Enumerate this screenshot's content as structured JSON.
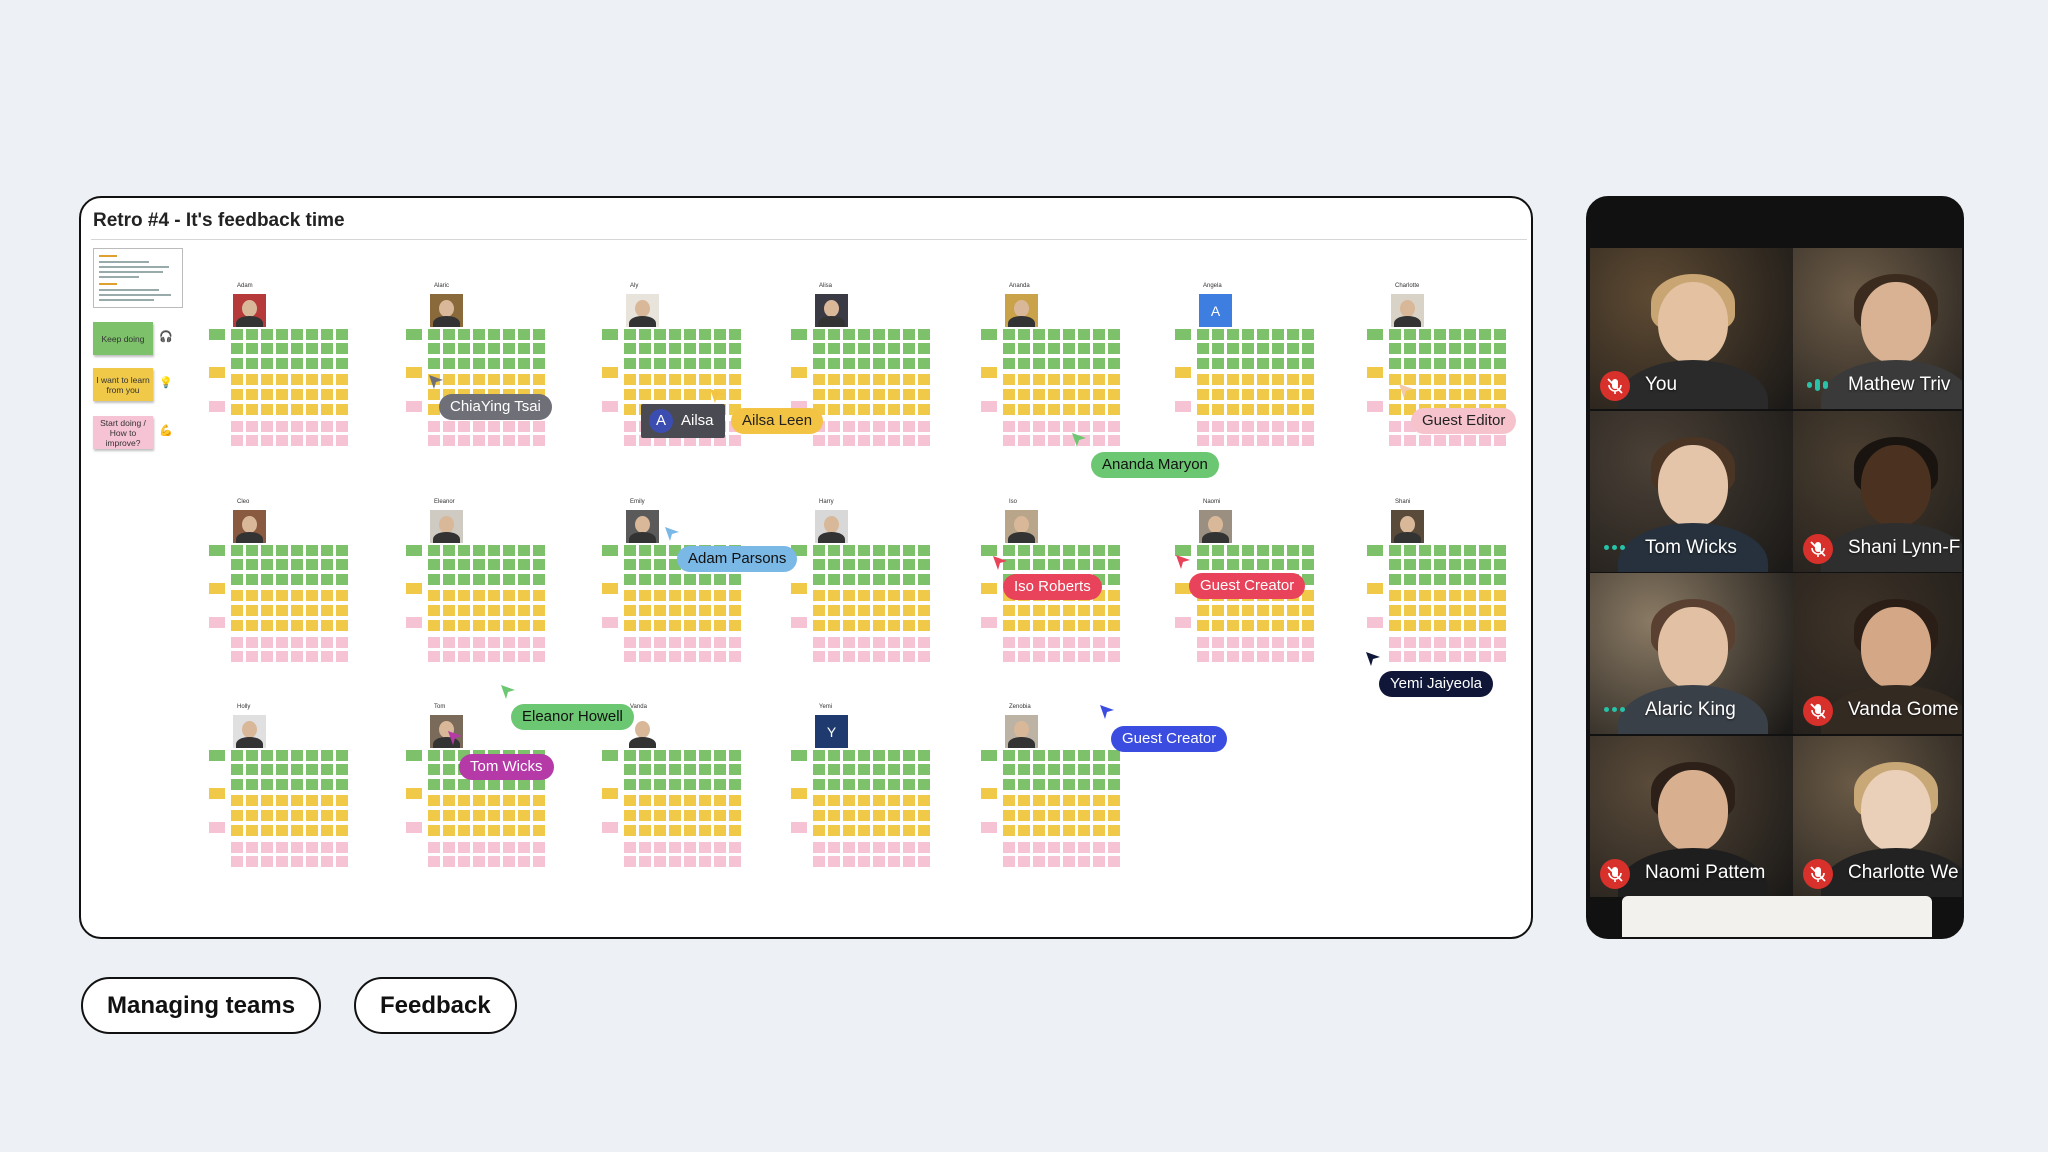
{
  "board": {
    "title": "Retro #4 - It's feedback time",
    "legend": [
      {
        "label": "Keep doing",
        "color": "#7dc26a",
        "emoji": "🎧"
      },
      {
        "label": "I want to learn from you",
        "color": "#f0c948",
        "emoji": "💡"
      },
      {
        "label": "Start doing / How to improve?",
        "color": "#f6c3d4",
        "emoji": "💪"
      }
    ],
    "columns": [
      {
        "name": "Adam",
        "avatar": "#b73a3a"
      },
      {
        "name": "Alaric",
        "avatar": "#8a6a3a"
      },
      {
        "name": "Aly",
        "avatar": "#e8e4dc"
      },
      {
        "name": "Alisa",
        "avatar": "#3a3a44"
      },
      {
        "name": "Ananda",
        "avatar": "#c9a24a"
      },
      {
        "name": "Angela",
        "letter": "A",
        "avatar": "#3d7ee0"
      },
      {
        "name": "Charlotte",
        "avatar": "#d9d2c6"
      },
      {
        "name": "Cleo",
        "avatar": "#8a5a40"
      },
      {
        "name": "Eleanor",
        "avatar": "#cfcac2"
      },
      {
        "name": "Emily",
        "avatar": "#5a5a5a"
      },
      {
        "name": "Harry",
        "avatar": "#d8d8d8"
      },
      {
        "name": "Iso",
        "avatar": "#b8a58a"
      },
      {
        "name": "Naomi",
        "avatar": "#9a8f80"
      },
      {
        "name": "Shani",
        "avatar": "#5a4a3a"
      },
      {
        "name": "Holly",
        "avatar": "#e0e0e0"
      },
      {
        "name": "Tom",
        "avatar": "#7a6a5a"
      },
      {
        "name": "Vanda",
        "avatar": "#ffffff"
      },
      {
        "name": "Yemi",
        "letter": "Y",
        "avatar": "#1e3a6e"
      },
      {
        "name": "Zenobia",
        "avatar": "#bdb3a5"
      }
    ],
    "cursors": [
      {
        "name": "ChiaYing Tsai",
        "bg": "#6f6f77",
        "fg": "#ffffff",
        "arrow": "#6f6f77"
      },
      {
        "name": "Ailsa",
        "bg": "#4a4a52",
        "fg": "#ffffff",
        "arrow": "#6f6f77",
        "initial": "A"
      },
      {
        "name": "Ailsa Leen",
        "bg": "#f3c343",
        "fg": "#222222",
        "arrow": "#f3c343"
      },
      {
        "name": "Guest Editor",
        "bg": "#f6c3cc",
        "fg": "#222222",
        "arrow": "#f3c9a6"
      },
      {
        "name": "Ananda Maryon",
        "bg": "#6cc772",
        "fg": "#111111",
        "arrow": "#6cc772"
      },
      {
        "name": "Adam Parsons",
        "bg": "#7ab8e6",
        "fg": "#111111",
        "arrow": "#7ab8e6"
      },
      {
        "name": "Iso Roberts",
        "bg": "#e8435a",
        "fg": "#ffffff",
        "arrow": "#e8435a"
      },
      {
        "name": "Guest Creator",
        "bg": "#e8435a",
        "fg": "#ffffff",
        "arrow": "#e8435a"
      },
      {
        "name": "Yemi Jaiyeola",
        "bg": "#0f1638",
        "fg": "#ffffff",
        "arrow": "#0f1638"
      },
      {
        "name": "Eleanor Howell",
        "bg": "#6cc772",
        "fg": "#111111",
        "arrow": "#6cc772"
      },
      {
        "name": "Tom Wicks",
        "bg": "#b53aa8",
        "fg": "#ffffff",
        "arrow": "#b53aa8"
      },
      {
        "name": "Guest Creator",
        "bg": "#3b4de0",
        "fg": "#ffffff",
        "arrow": "#3b4de0"
      }
    ]
  },
  "video": {
    "participants": [
      {
        "name": "You",
        "status": "muted",
        "bg": "#5e4a33",
        "skin": "#e3c1a1",
        "hair": "#c8a572",
        "shirt": "#2a2a2a"
      },
      {
        "name": "Mathew Triv",
        "status": "speaking",
        "bg": "#6d5c48",
        "skin": "#d9b294",
        "hair": "#3b2b1e",
        "shirt": "#3a3a3a"
      },
      {
        "name": "Tom Wicks",
        "status": "active",
        "bg": "#4a4036",
        "skin": "#e5c5aa",
        "hair": "#4a3424",
        "shirt": "#26313d"
      },
      {
        "name": "Shani Lynn-F",
        "status": "muted",
        "bg": "#4a3e30",
        "skin": "#4a3120",
        "hair": "#1a1410",
        "shirt": "#2e2e2e"
      },
      {
        "name": "Alaric King",
        "status": "active",
        "bg": "#8a7a64",
        "skin": "#e2c0a3",
        "hair": "#5a4030",
        "shirt": "#3a4048"
      },
      {
        "name": "Vanda Gome",
        "status": "muted",
        "bg": "#3e3328",
        "skin": "#d4a887",
        "hair": "#2a1e16",
        "shirt": "#332a22"
      },
      {
        "name": "Naomi Pattem",
        "status": "muted",
        "bg": "#5a4b3a",
        "skin": "#d8b090",
        "hair": "#2c2018",
        "shirt": "#1e1e1e"
      },
      {
        "name": "Charlotte We",
        "status": "muted",
        "bg": "#6a5a46",
        "skin": "#ead0b8",
        "hair": "#c9a877",
        "shirt": "#222222"
      }
    ]
  },
  "tags": [
    "Managing teams",
    "Feedback"
  ]
}
